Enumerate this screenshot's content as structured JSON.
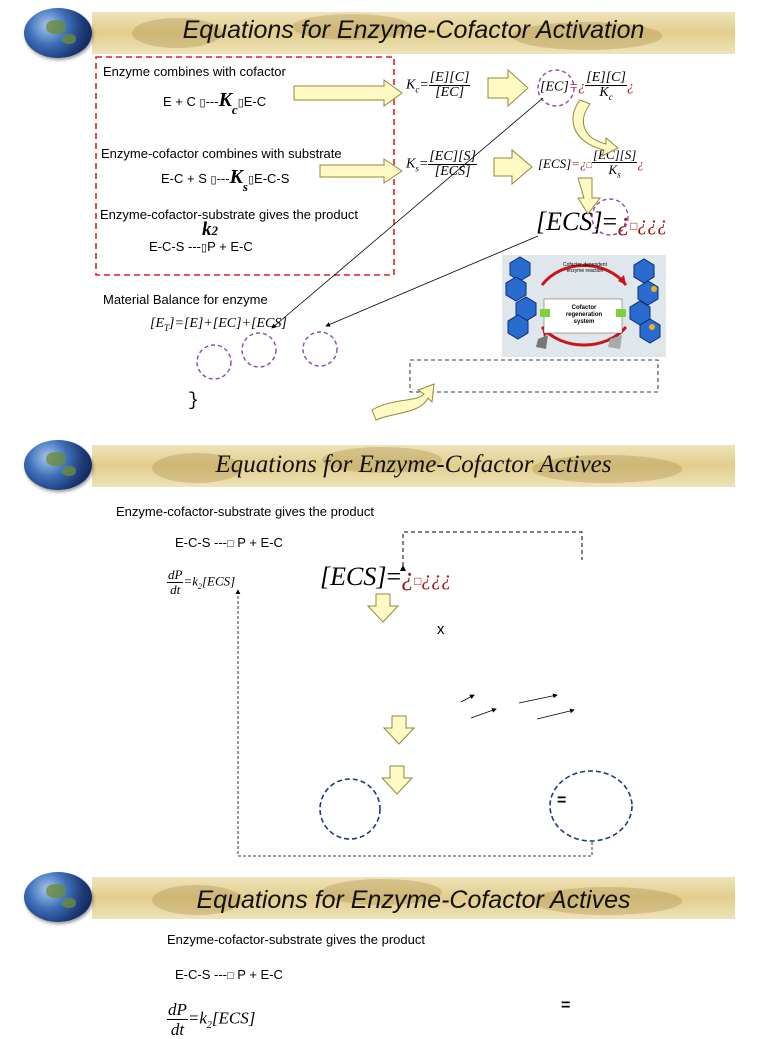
{
  "slide1": {
    "title": "Equations for Enzyme-Cofactor Activation",
    "step1_label": "Enzyme combines with cofactor",
    "step1_eq_left": "E + C",
    "step1_eq_arrow": "---",
    "step1_eq_k": "K",
    "step1_eq_sub": "c",
    "step1_eq_right": "E-C",
    "step2_label": "Enzyme-cofactor combines with substrate",
    "step2_eq_left": "E-C + S",
    "step2_eq_arrow": "---",
    "step2_eq_k": "K",
    "step2_eq_sub": "s",
    "step2_eq_right": "E-C-S",
    "step3_label": "Enzyme-cofactor-substrate gives the product",
    "step3_k": "k",
    "step3_ksub": "2",
    "step3_eq_left": "E-C-S",
    "step3_eq_arrow": "---",
    "step3_eq_right": "P + E-C",
    "kc_lhs": "K",
    "kc_lhs_sub": "c",
    "kc_num": "[E][C]",
    "kc_den": "[EC]",
    "ec_lhs": "[EC]",
    "ec_eq": "=¿",
    "ec_num": "[E][C]",
    "ec_den": "K",
    "ec_den_sub": "c",
    "ec_tail": "¿",
    "ks_lhs": "K",
    "ks_lhs_sub": "s",
    "ks_num": "[EC][S]",
    "ks_den": "[ECS]",
    "ecs1_lhs": "[ECS]",
    "ecs1_eq": "=¿",
    "ecs1_box": "□",
    "ecs1_num": "[EC][S]",
    "ecs1_den": "K",
    "ecs1_den_sub": "s",
    "ecs1_tail": "¿",
    "ecs_big_lhs": "[ECS]",
    "ecs_big_eq": "=",
    "ecs_big_rhs": "¿",
    "ecs_big_box": "□",
    "ecs_big_tail": "¿¿¿",
    "balance_label": "Material Balance for enzyme",
    "balance_eq": "[E",
    "balance_eq_sub": "T",
    "balance_eq_rest": "]=[E]+[EC]+[ECS]",
    "brace": "}",
    "figure": {
      "top_label": "Cofactor dependent enzyme reaction",
      "box_label": "Cofactor regeneration system"
    }
  },
  "slide2": {
    "title": "Equations for Enzyme-Cofactor Actives",
    "label": "Enzyme-cofactor-substrate gives the product",
    "eq_left": "E-C-S",
    "eq_arrow": "---",
    "eq_box": "□",
    "eq_right": "P + E-C",
    "rate_num": "dP",
    "rate_den": "dt",
    "rate_rhs": "=k",
    "rate_rhs_sub": "2",
    "rate_rhs_tail": "[ECS]",
    "ecs_lhs": "[ECS]",
    "ecs_eq": "=",
    "ecs_rhs": "¿",
    "ecs_box": "□",
    "ecs_tail": "¿¿¿",
    "x_mark": "x",
    "equals": "="
  },
  "slide3": {
    "title": "Equations for Enzyme-Cofactor Actives",
    "label": "Enzyme-cofactor-substrate gives the product",
    "eq_left": "E-C-S",
    "eq_arrow": "---",
    "eq_box": "□",
    "eq_right": "P + E-C",
    "rate_num": "dP",
    "rate_den": "dt",
    "rate_rhs": "=k",
    "rate_rhs_sub": "2",
    "rate_rhs_tail": "[ECS]",
    "equals": "="
  },
  "colors": {
    "banner": "#e2cd8c",
    "dashed_box": "#e02020",
    "circle_purple": "#8a4aa8",
    "circle_navy": "#1f3a7a",
    "arrow_fill": "#fff9c4",
    "arrow_stroke": "#8f8a3a",
    "red_text": "#a01818"
  }
}
